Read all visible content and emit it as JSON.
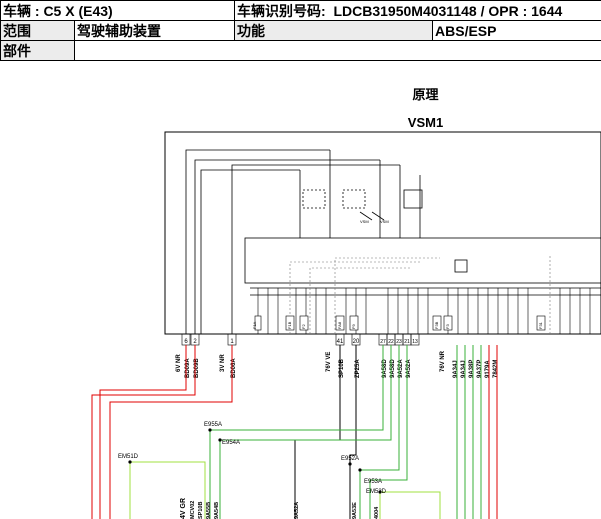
{
  "header": {
    "vehicle_label": "车辆 : C5 X (E43)",
    "vin_label": "车辆识别号码:",
    "vin_value": "LDCB31950M4031148 / OPR : 1644",
    "scope_label": "范围",
    "scope_value": "驾驶辅助装置",
    "function_label": "功能",
    "function_value": "ABS/ESP",
    "part_label": "部件",
    "part_value": ""
  },
  "diagram": {
    "section_title": "原理",
    "component_title": "VSM1",
    "pins": [
      "6",
      "2",
      "1",
      "41",
      "20",
      "27",
      "22",
      "23",
      "21",
      "13"
    ],
    "connector_groups": [
      "6V NR",
      "3V NR",
      "76V VE",
      "76V NR"
    ],
    "wires_left": [
      "BD09A",
      "BD09B",
      "BD06A"
    ],
    "wires_mid": [
      "SP10B",
      "ZP25A"
    ],
    "wires_data": [
      "9A58D",
      "9A58D",
      "9A52A",
      "9A52A"
    ],
    "wires_right": [
      "9A34J",
      "9A34J",
      "9A38P",
      "9A37P",
      "9179A",
      "7842M"
    ],
    "inner_tags": [
      "F1A",
      "F1B",
      "F2",
      "FA8",
      "F9",
      "F3B",
      "F3",
      "F31"
    ],
    "relay_labels": [
      "VSM",
      "VSM"
    ],
    "splices": [
      "E955A",
      "E954A",
      "EM51D",
      "E952A",
      "E953A",
      "EM53D"
    ],
    "bottom_wires": [
      "4V GR",
      "MCV02",
      "SP10B",
      "9A55B",
      "9A54B",
      "9A52A",
      "9A53E",
      "4004"
    ]
  }
}
